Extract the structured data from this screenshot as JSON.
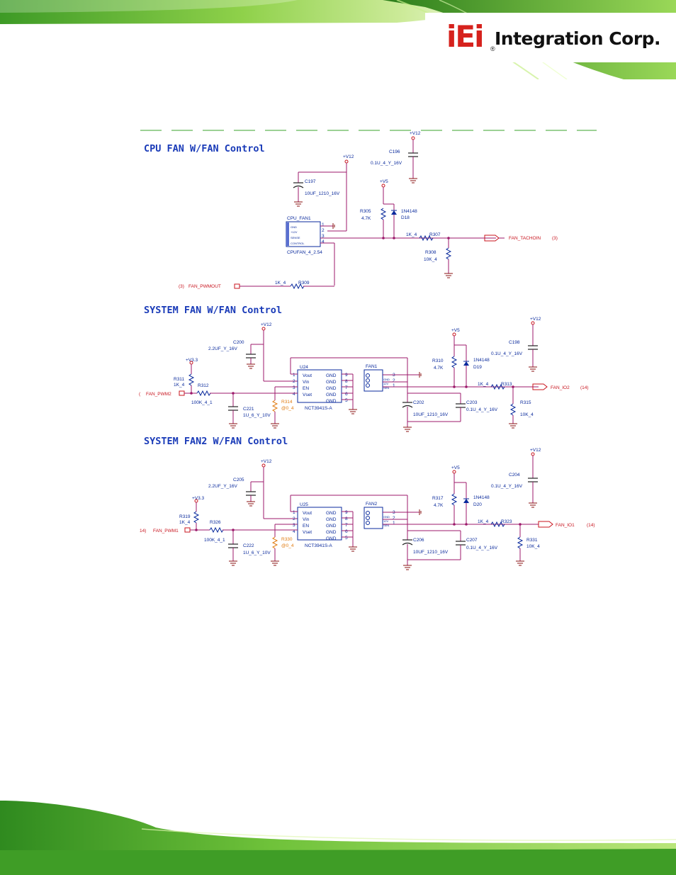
{
  "brand": {
    "logo_mark": "iEi",
    "logo_text": "Integration Corp.",
    "registered": "®",
    "colors": {
      "logo_red": "#d6221d",
      "band_green": "#55b52e",
      "wire": "#9c1a6b",
      "title_blue": "#1a3bb8"
    }
  },
  "sections": {
    "cpu_fan": {
      "title": "CPU FAN W/FAN Control",
      "v12_a": "+V12",
      "v12_b": "+V12",
      "v5": "+V5",
      "c196": "C196",
      "c196_val": "0.1U_4_Y_16V",
      "c197": "C197",
      "c197_val": "10UF_1210_16V",
      "r305": "R305",
      "r305_val": "4.7K",
      "d18_type": "1N4148",
      "d18": "D18",
      "connector": "CPU_FAN1",
      "connector_part": "CPUFAN_4_2.54",
      "pin_names": [
        "GND",
        "+12V",
        "SENSE",
        "CONTROL"
      ],
      "pins": [
        "1",
        "2",
        "3",
        "4"
      ],
      "r307_val": "1K_4",
      "r307": "R307",
      "r308": "R308",
      "r308_val": "10K_4",
      "r309_val": "1K_4",
      "r309": "R309",
      "net_out": "FAN_TACHOIN",
      "net_out_ref": "(3)",
      "net_in": "FAN_PWMOUT",
      "net_in_ref": "(3)"
    },
    "sys_fan": {
      "title": "SYSTEM FAN W/FAN Control",
      "v12_a": "+V12",
      "v12_b": "+V12",
      "v5": "+V5",
      "v33": "+V3.3",
      "c200": "C200",
      "c200_val": "2.2UF_Y_16V",
      "c198": "C198",
      "c198_val": "0.1U_4_Y_16V",
      "ic": "U24",
      "ic_part": "NCT3941S-A",
      "ic_left_pins": [
        "Vout",
        "Vin",
        "EN",
        "Vset"
      ],
      "ic_left_nums": [
        "1",
        "2",
        "3",
        "4"
      ],
      "ic_right_pins": [
        "GND",
        "GND",
        "GND",
        "GND",
        "GND"
      ],
      "ic_right_nums": [
        "9",
        "8",
        "7",
        "6",
        "5"
      ],
      "fan": "FAN1",
      "fan_pins": [
        "GND",
        "12V",
        "SEN"
      ],
      "fan_nums": [
        "3",
        "2",
        "1"
      ],
      "r310": "R310",
      "r310_val": "4.7K",
      "d19_type": "1N4148",
      "d19": "D19",
      "r311": "R311",
      "r311_val": "1K_4",
      "r312": "R312",
      "r312_val": "100K_4_1",
      "c221": "C221",
      "c221_val": "1U_6_Y_10V",
      "r314": "R314",
      "r314_val": "@0_4",
      "c202": "C202",
      "c202_val": "10UF_1210_16V",
      "c203": "C203",
      "c203_val": "0.1U_4_Y_16V",
      "r313_val": "1K_4",
      "r313": "R313",
      "r315": "R315",
      "r315_val": "10K_4",
      "net_in": "FAN_PWM2",
      "net_in_ref": "(",
      "net_out": "FAN_IO2",
      "net_out_ref": "(14)"
    },
    "sys_fan2": {
      "title": "SYSTEM FAN2 W/FAN Control",
      "v12_a": "+V12",
      "v12_b": "+V12",
      "v5": "+V5",
      "v33": "+V3.3",
      "c205": "C205",
      "c205_val": "2.2UF_Y_16V",
      "c204": "C204",
      "c204_val": "0.1U_4_Y_16V",
      "ic": "U25",
      "ic_part": "NCT3941S-A",
      "ic_left_pins": [
        "Vout",
        "Vin",
        "EN",
        "Vset"
      ],
      "ic_left_nums": [
        "1",
        "2",
        "3",
        "4"
      ],
      "ic_right_pins": [
        "GND",
        "GND",
        "GND",
        "GND",
        "GND"
      ],
      "ic_right_nums": [
        "9",
        "8",
        "7",
        "6",
        "5"
      ],
      "fan": "FAN2",
      "fan_pins": [
        "GND",
        "12V",
        "SEN"
      ],
      "fan_nums": [
        "3",
        "2",
        "1"
      ],
      "r317": "R317",
      "r317_val": "4.7K",
      "d20_type": "1N4148",
      "d20": "D20",
      "r319": "R319",
      "r319_val": "1K_4",
      "r326": "R326",
      "r326_val": "100K_4_1",
      "c222": "C222",
      "c222_val": "1U_6_Y_10V",
      "r330": "R330",
      "r330_val": "@0_4",
      "c206": "C206",
      "c206_val": "10UF_1210_16V",
      "c207": "C207",
      "c207_val": "0.1U_4_Y_16V",
      "r323_val": "1K_4",
      "r323": "R323",
      "r331": "R331",
      "r331_val": "10K_4",
      "net_in": "FAN_PWM1",
      "net_in_ref": "14)",
      "net_out": "FAN_IO1",
      "net_out_ref": "(14)"
    }
  }
}
